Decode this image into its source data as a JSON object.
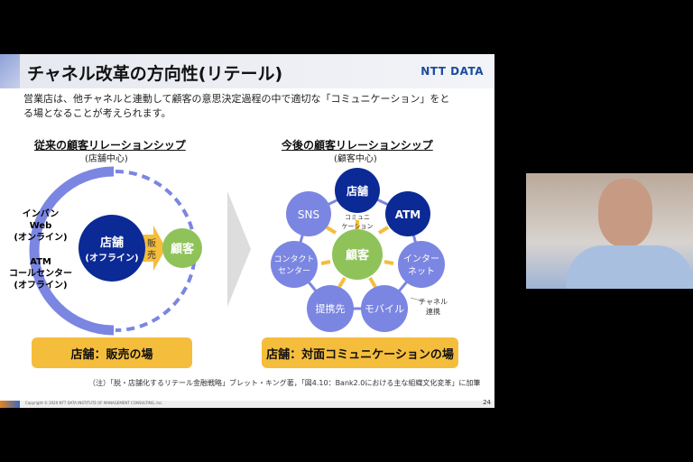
{
  "slide": {
    "title": "チャネル改革の方向性(リテール)",
    "logo": "NTT DATA",
    "description": "営業店は、他チャネルと連動して顧客の意思決定過程の中で適切な「コミュニケーション」をとる場となることが考えられます。",
    "left": {
      "heading": "従来の顧客リレーションシップ",
      "subheading": "(店舗中心)",
      "online_label": [
        "インバン",
        "Web",
        "(オンライン)"
      ],
      "offline_label": [
        "ATM",
        "コールセンター",
        "(オフライン)"
      ],
      "store": [
        "店舗",
        "(オフライン)"
      ],
      "arrow": [
        "販",
        "売"
      ],
      "customer": "顧客",
      "box": "店舗：販売の場"
    },
    "right": {
      "heading": "今後の顧客リレーションシップ",
      "subheading": "(顧客中心)",
      "center": "顧客",
      "communication": [
        "コミュニ",
        "ケーション"
      ],
      "nodes": [
        "店舗",
        "ATM",
        "インター",
        "ネット",
        "モバイル",
        "提携先",
        "コンタクト",
        "センター",
        "SNS"
      ],
      "channel_link": [
        "チャネル",
        "連携"
      ],
      "box": "店舗：対面コミュニケーションの場"
    },
    "note": "（注）「脱・店舗化するリテール金融戦略」ブレット・キング著，「図4.10：Bank2.0における主な組織文化変革」に加筆",
    "copyright": "Copyright © 2020 NTT DATA INSTITUTE OF MANAGEMENT CONSULTING, Inc.",
    "page": "24"
  },
  "colors": {
    "dark_blue": "#0b2a96",
    "light_blue": "#7b86e2",
    "green": "#8fc35a",
    "yellow": "#f5bd3c"
  }
}
